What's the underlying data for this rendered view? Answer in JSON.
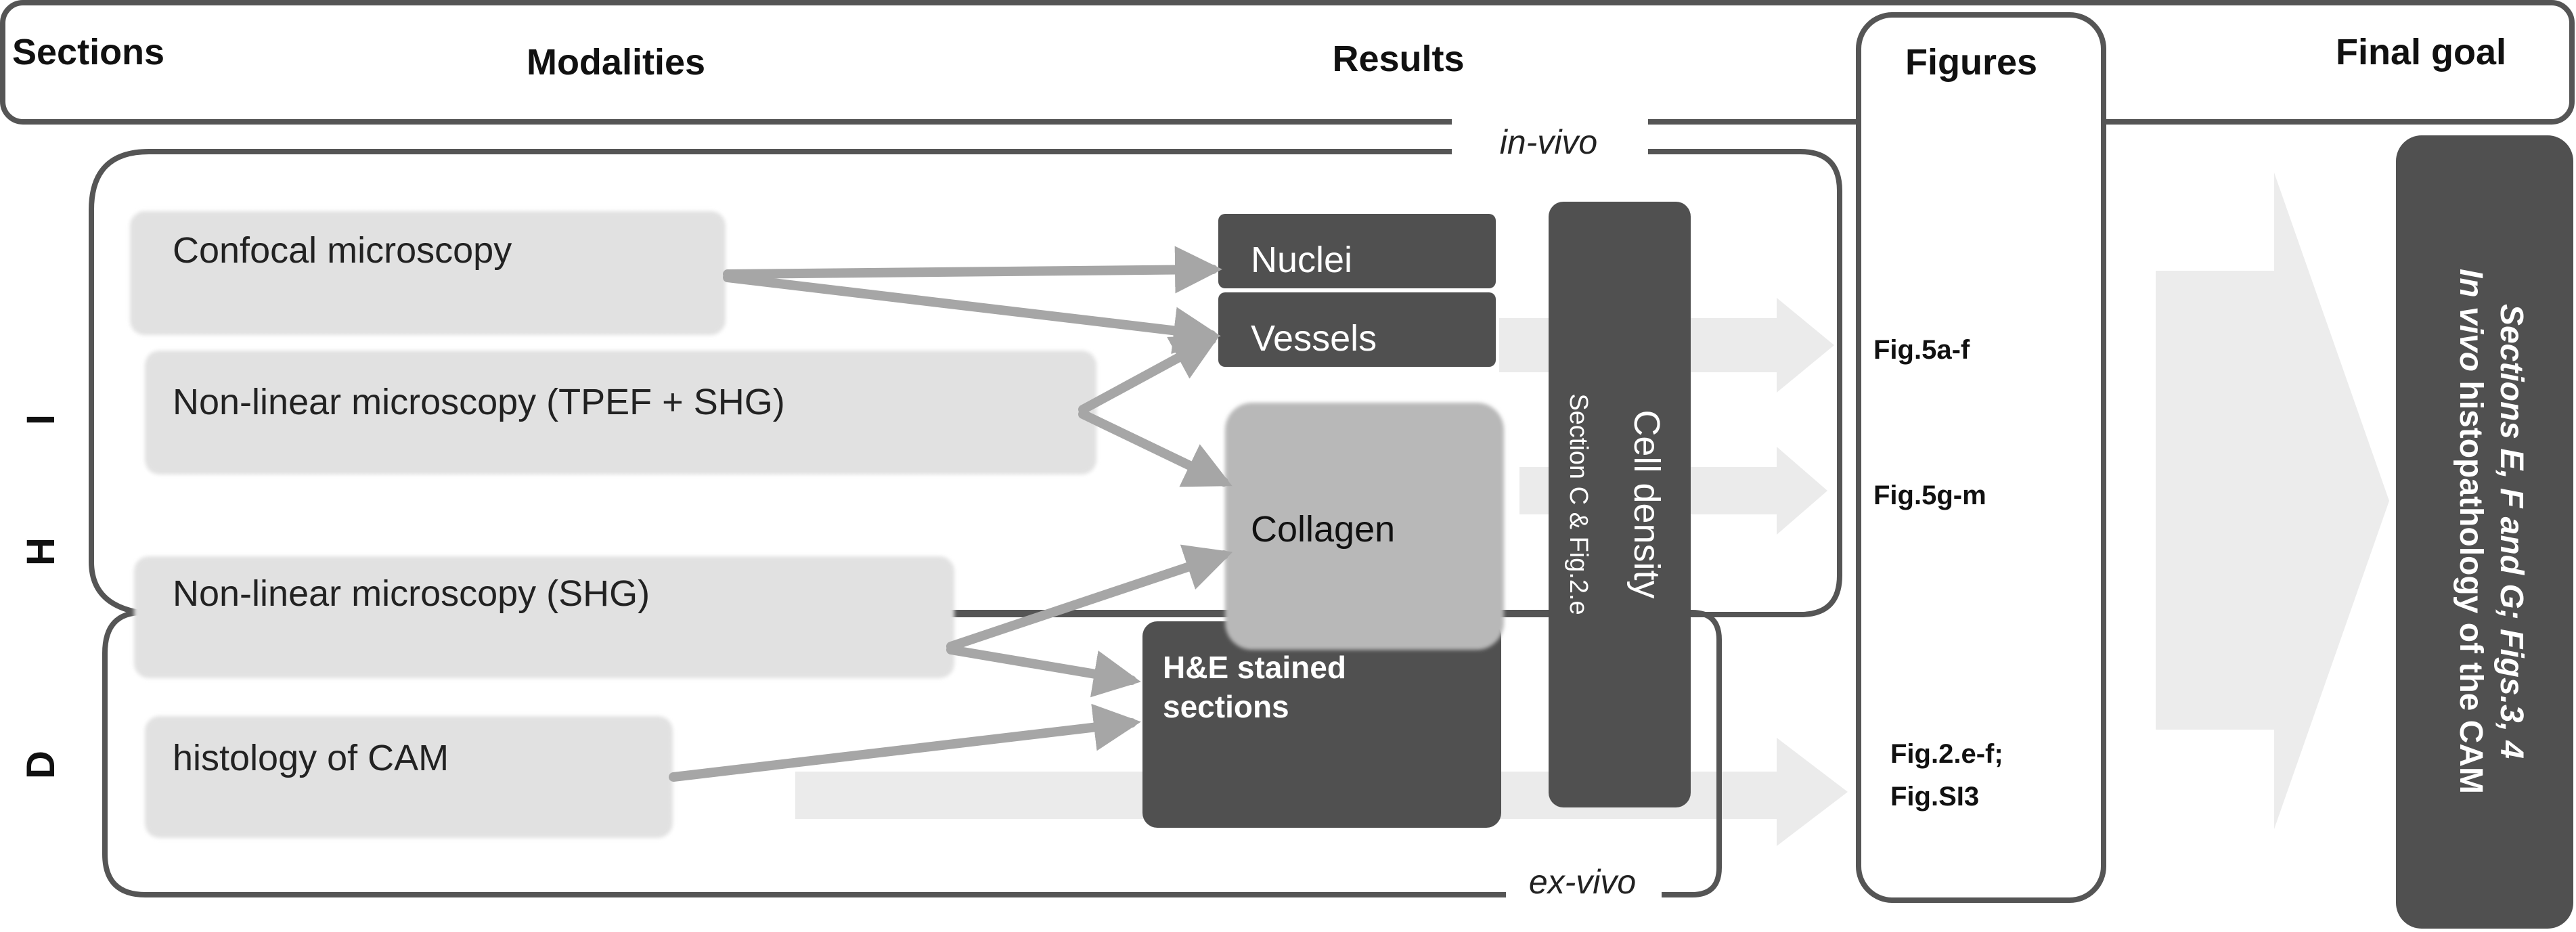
{
  "header": {
    "sections": "Sections",
    "modalities": "Modalities",
    "results": "Results",
    "figures": "Figures",
    "final_goal": "Final goal"
  },
  "contexts": {
    "in_vivo": "in-vivo",
    "ex_vivo": "ex-vivo"
  },
  "section_letters": {
    "h": "H",
    "i": "I",
    "d": "D"
  },
  "modalities": {
    "confocal": "Confocal microscopy",
    "nonlinear_tpef_shg": "Non-linear microscopy (TPEF + SHG)",
    "nonlinear_shg": "Non-linear microscopy (SHG)",
    "histology": "histology of CAM"
  },
  "results": {
    "nuclei": "Nuclei",
    "vessels": "Vessels",
    "collagen": "Collagen",
    "he_line1": "H&E stained",
    "he_line2": "sections",
    "cell_density": "Cell density",
    "cell_density_sub": "Section C & Fig.2.e"
  },
  "figures": {
    "fig5af": "Fig.5a-f",
    "fig5gm": "Fig.5g-m",
    "fig2ef": "Fig.2.e-f;",
    "figsi3": "Fig.SI3"
  },
  "final_goal": {
    "line1": "Sections E, F and G; Figs.3, 4",
    "line2_italic": "In vivo",
    "line2_rest": " histopathology of the CAM"
  },
  "colors": {
    "outline": "#555555",
    "dark_box": "#505050",
    "mid_box": "#b8b8b8",
    "light_box": "#e6e6e6",
    "arrow_gray": "#a6a6a6",
    "big_arrow": "#ececec"
  }
}
